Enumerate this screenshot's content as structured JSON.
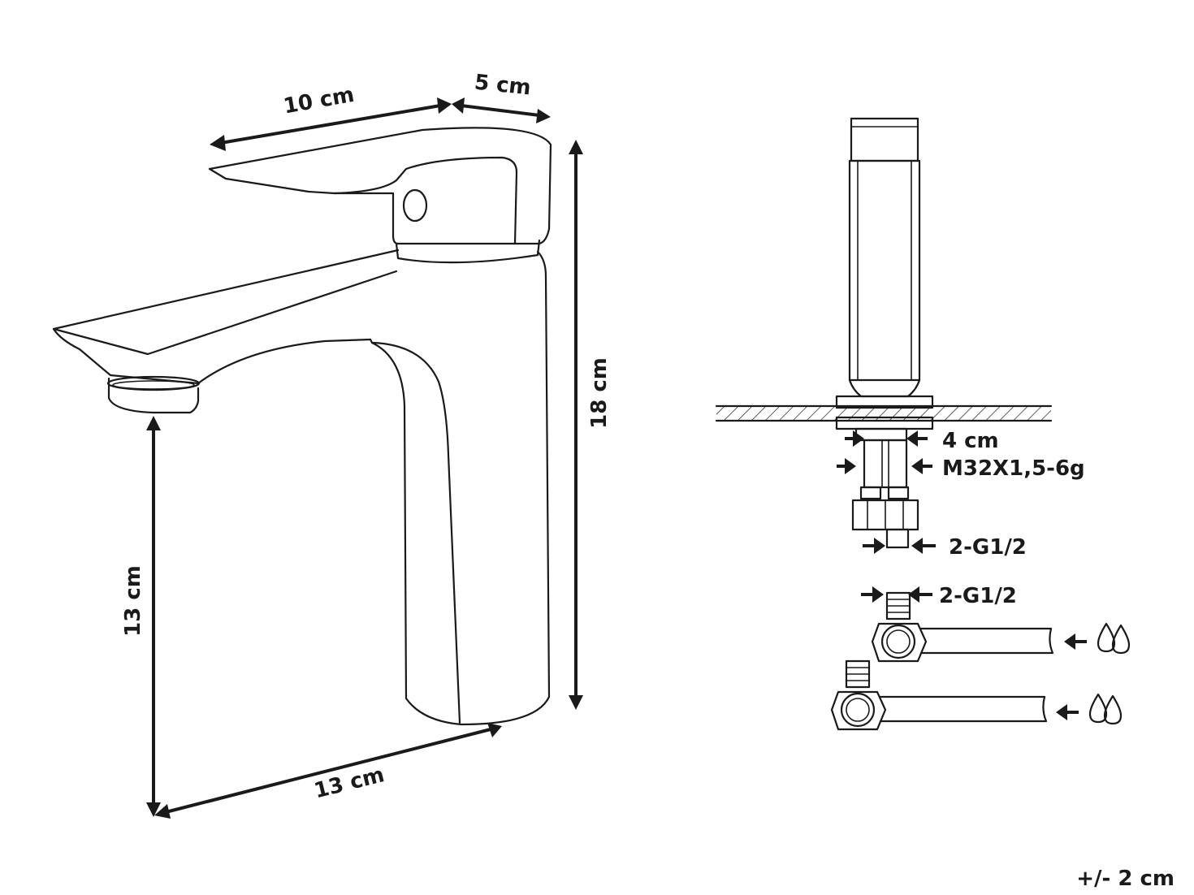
{
  "faucet": {
    "lever_length": "10 cm",
    "lever_depth": "5 cm",
    "total_height": "18 cm",
    "spout_height": "13 cm",
    "spout_reach": "13 cm"
  },
  "installation": {
    "shank_diameter": "4 cm",
    "thread": "M32X1,5-6g",
    "hose_connection": "2-G1/2",
    "supply_connection": "2-G1/2"
  },
  "tolerance": "+/- 2 cm",
  "colors": {
    "line": "#1a1a1a",
    "background": "#ffffff"
  },
  "icons": [
    "water-drops-icon",
    "water-drops-icon"
  ]
}
